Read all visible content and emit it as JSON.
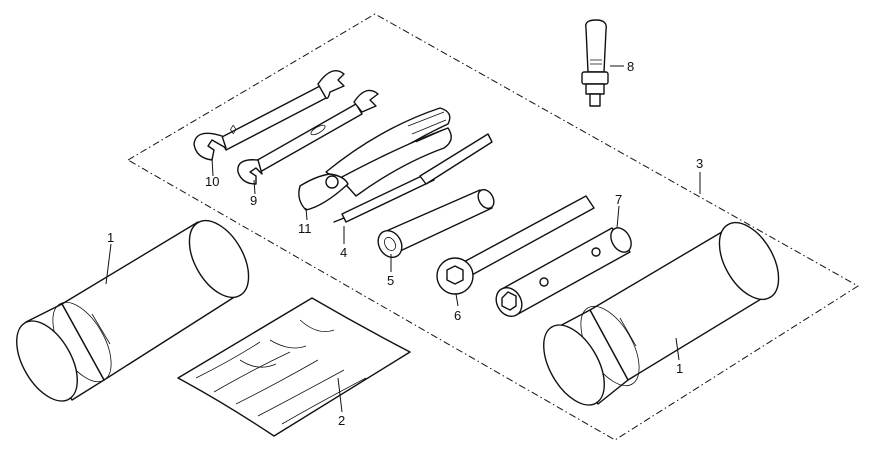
{
  "diagram": {
    "callouts": [
      {
        "id": "c1a",
        "label": "1"
      },
      {
        "id": "c1b",
        "label": "1"
      },
      {
        "id": "c2",
        "label": "2"
      },
      {
        "id": "c3",
        "label": "3"
      },
      {
        "id": "c4",
        "label": "4"
      },
      {
        "id": "c5",
        "label": "5"
      },
      {
        "id": "c6",
        "label": "6"
      },
      {
        "id": "c7",
        "label": "7"
      },
      {
        "id": "c8",
        "label": "8"
      },
      {
        "id": "c9",
        "label": "9"
      },
      {
        "id": "c10",
        "label": "10"
      },
      {
        "id": "c11",
        "label": "11"
      }
    ]
  }
}
